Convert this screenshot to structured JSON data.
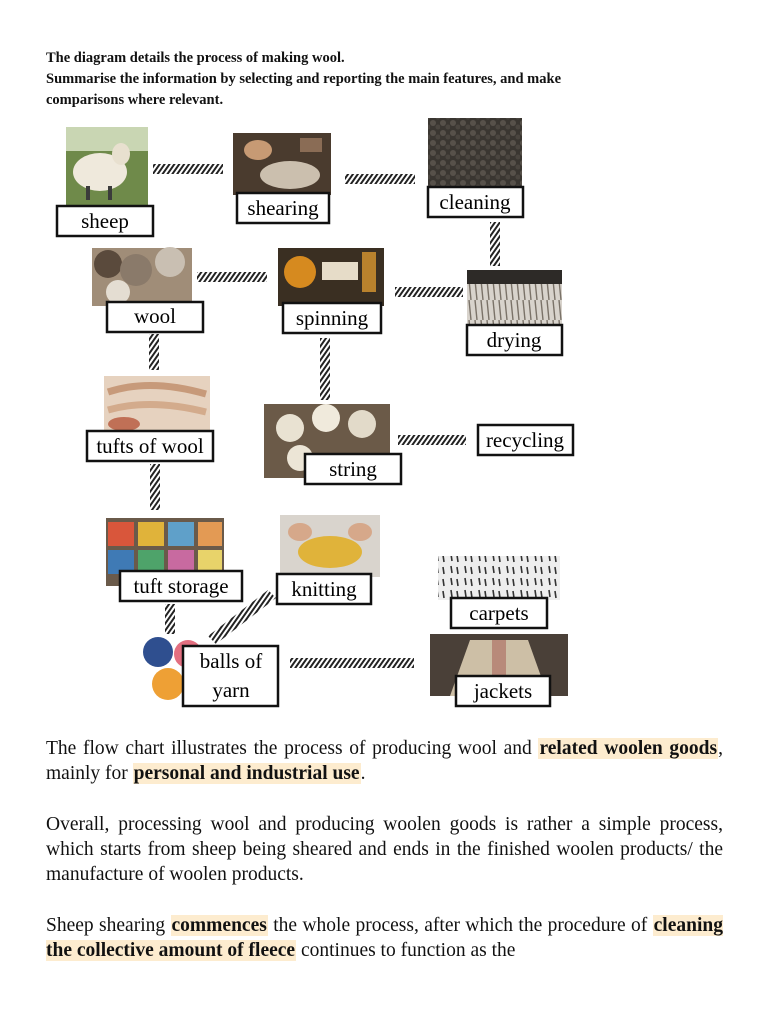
{
  "prompt": {
    "line1": "The diagram details the process of making wool.",
    "line2": "Summarise the information by selecting and reporting the main features, and make",
    "line3": "comparisons where relevant."
  },
  "diagram": {
    "labels": {
      "sheep": "sheep",
      "shearing": "shearing",
      "cleaning": "cleaning",
      "drying": "drying",
      "spinning": "spinning",
      "wool": "wool",
      "tufts": "tufts of wool",
      "string": "string",
      "recycling": "recycling",
      "tuft_storage": "tuft storage",
      "knitting": "knitting",
      "carpets": "carpets",
      "yarn_line1": "balls of",
      "yarn_line2": "yarn",
      "jackets": "jackets"
    }
  },
  "body": {
    "p1": {
      "t1": "The flow chart illustrates the process of producing wool and ",
      "h1": "related woolen goods",
      "t2": ", mainly for ",
      "h2": "personal and industrial use",
      "t3": "."
    },
    "p2": {
      "text": "Overall, processing wool and producing woolen goods is rather a simple process, which starts from sheep being sheared and ends in the finished woolen products/ the manufacture of woolen products."
    },
    "p3": {
      "t1": "Sheep shearing ",
      "h1": "commences",
      "t2": " the whole process, after which the procedure of ",
      "h2": "cleaning the collective amount of fleece",
      "t3": " continues to function as the"
    }
  }
}
